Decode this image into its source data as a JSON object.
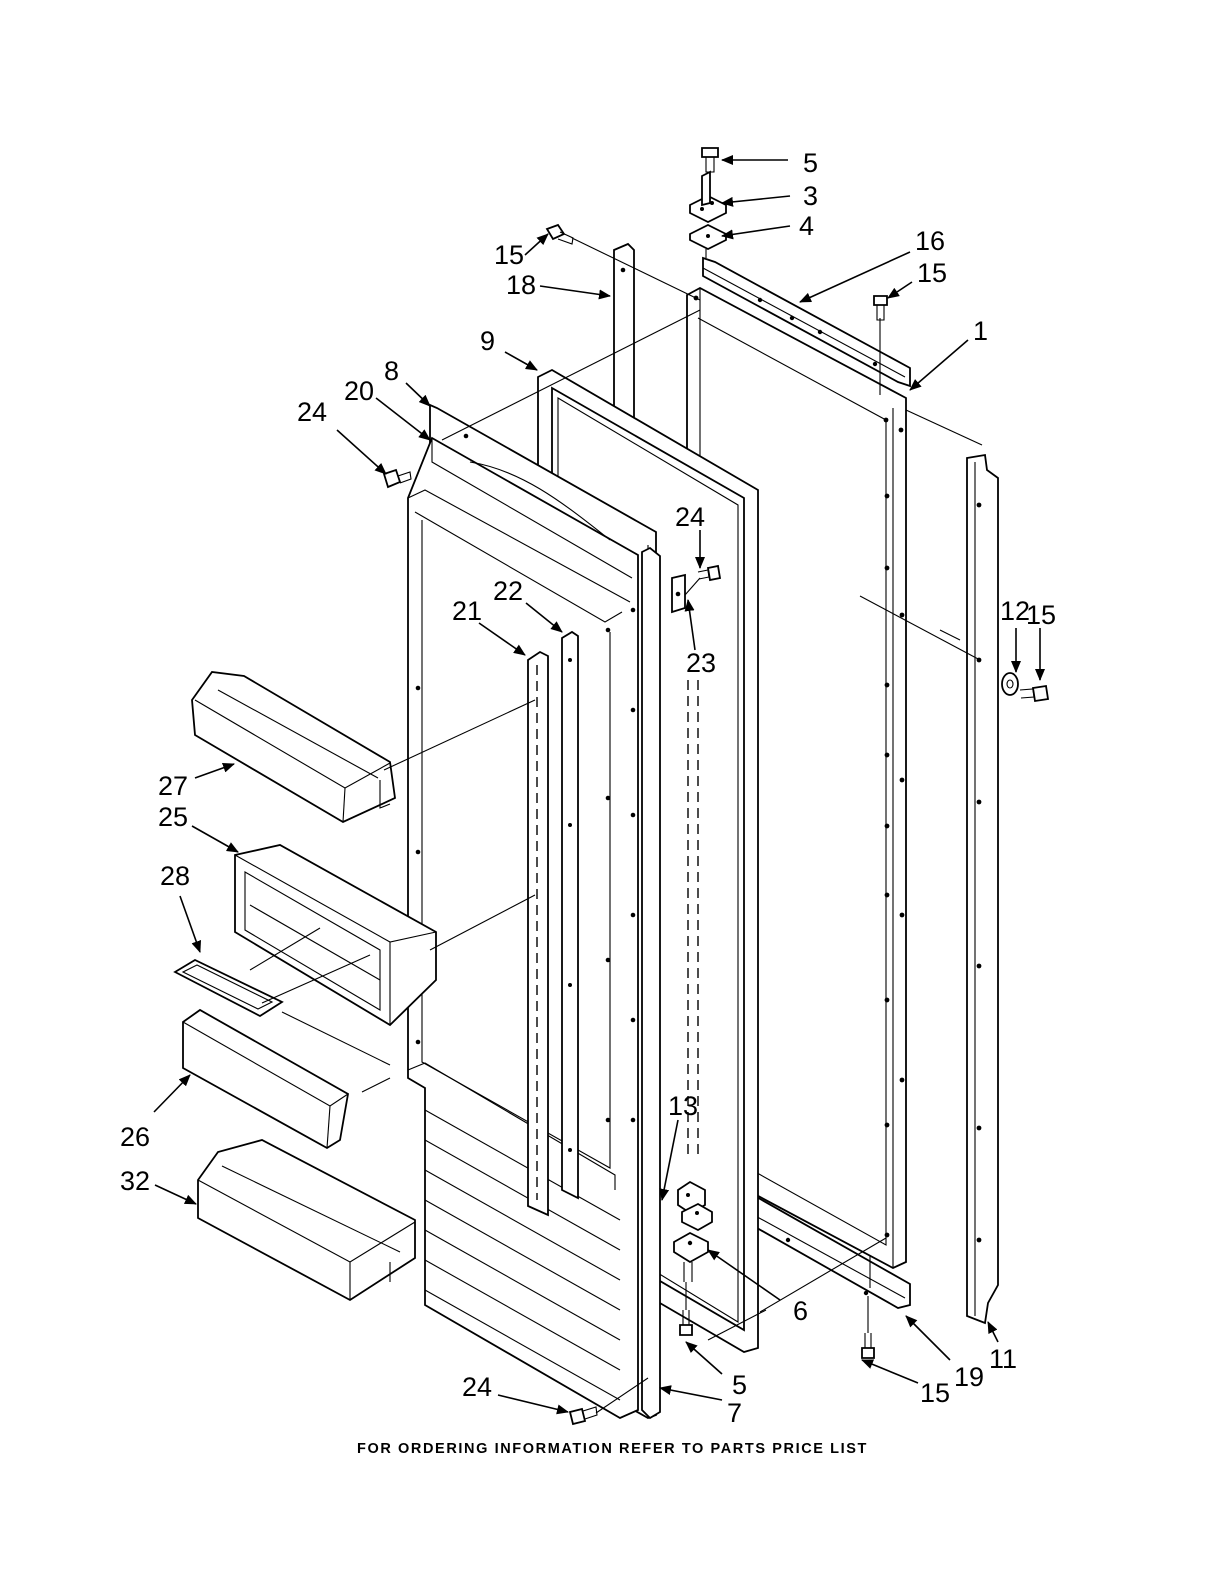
{
  "diagram": {
    "footer_note": "FOR ORDERING INFORMATION REFER TO PARTS PRICE LIST",
    "callouts": [
      {
        "id": "c5a",
        "label": "5"
      },
      {
        "id": "c3",
        "label": "3"
      },
      {
        "id": "c4",
        "label": "4"
      },
      {
        "id": "c16",
        "label": "16"
      },
      {
        "id": "c15a",
        "label": "15"
      },
      {
        "id": "c15b",
        "label": "15"
      },
      {
        "id": "c18",
        "label": "18"
      },
      {
        "id": "c1",
        "label": "1"
      },
      {
        "id": "c9",
        "label": "9"
      },
      {
        "id": "c8",
        "label": "8"
      },
      {
        "id": "c20",
        "label": "20"
      },
      {
        "id": "c24a",
        "label": "24"
      },
      {
        "id": "c24b",
        "label": "24"
      },
      {
        "id": "c22",
        "label": "22"
      },
      {
        "id": "c21",
        "label": "21"
      },
      {
        "id": "c23",
        "label": "23"
      },
      {
        "id": "c12",
        "label": "12"
      },
      {
        "id": "c15c",
        "label": "15"
      },
      {
        "id": "c27",
        "label": "27"
      },
      {
        "id": "c25",
        "label": "25"
      },
      {
        "id": "c28",
        "label": "28"
      },
      {
        "id": "c26",
        "label": "26"
      },
      {
        "id": "c13",
        "label": "13"
      },
      {
        "id": "c32",
        "label": "32"
      },
      {
        "id": "c6",
        "label": "6"
      },
      {
        "id": "c5b",
        "label": "5"
      },
      {
        "id": "c7",
        "label": "7"
      },
      {
        "id": "c24c",
        "label": "24"
      },
      {
        "id": "c15d",
        "label": "15"
      },
      {
        "id": "c19",
        "label": "19"
      },
      {
        "id": "c11",
        "label": "11"
      }
    ]
  }
}
